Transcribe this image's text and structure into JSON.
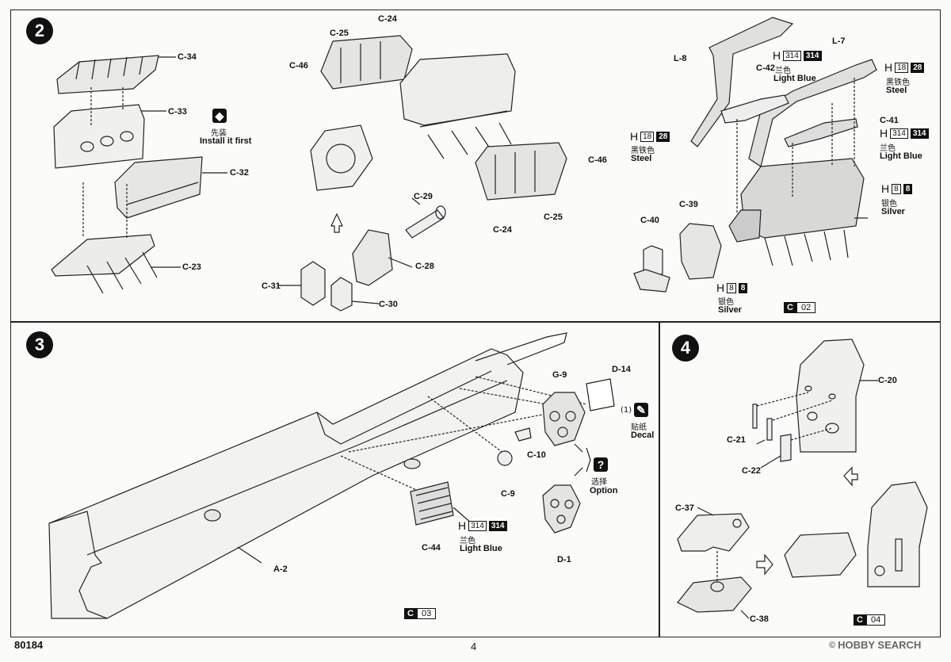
{
  "steps": {
    "s2": {
      "number": "2"
    },
    "s3": {
      "number": "3"
    },
    "s4": {
      "number": "4"
    }
  },
  "step2": {
    "labels": {
      "c34": "C-34",
      "c33": "C-33",
      "c32": "C-32",
      "c23": "C-23",
      "c24a": "C-24",
      "c25a": "C-25",
      "c46a": "C-46",
      "c46b": "C-46",
      "c25b": "C-25",
      "c24b": "C-24",
      "c29": "C-29",
      "c28": "C-28",
      "c31": "C-31",
      "c30": "C-30",
      "l8": "L-8",
      "l7": "L-7",
      "c42": "C-42",
      "c41": "C-41",
      "c40": "C-40",
      "c39": "C-39"
    },
    "install_first": {
      "cn": "先装",
      "en": "Install it first"
    },
    "paints": {
      "c42": {
        "h": "H",
        "code1": "314",
        "code2": "314",
        "cn": "兰色",
        "en": "Light Blue"
      },
      "l7": {
        "h": "H",
        "code1": "18",
        "code2": "28",
        "cn": "黑铁色",
        "en": "Steel"
      },
      "l8": {
        "h": "H",
        "code1": "18",
        "code2": "28",
        "cn": "黑铁色",
        "en": "Steel"
      },
      "c41": {
        "h": "H",
        "code1": "314",
        "code2": "314",
        "cn": "兰色",
        "en": "Light Blue"
      },
      "engine": {
        "h": "H",
        "code1": "8",
        "code2": "8",
        "cn": "银色",
        "en": "Silver"
      },
      "c39": {
        "h": "H",
        "code1": "8",
        "code2": "8",
        "cn": "银色",
        "en": "Silver"
      }
    },
    "sheet": {
      "letter": "C",
      "number": "02"
    }
  },
  "step3": {
    "labels": {
      "g9": "G-9",
      "d14": "D-14",
      "c10": "C-10",
      "c9": "C-9",
      "c44": "C-44",
      "a2": "A-2",
      "d1": "D-1"
    },
    "decal": {
      "num": "(1)",
      "cn": "贴纸",
      "en": "Decal"
    },
    "option": {
      "cn": "选择",
      "en": "Option"
    },
    "paint": {
      "h": "H",
      "code1": "314",
      "code2": "314",
      "cn": "兰色",
      "en": "Light Blue"
    },
    "sheet": {
      "letter": "C",
      "number": "03"
    }
  },
  "step4": {
    "labels": {
      "c20": "C-20",
      "c21": "C-21",
      "c22": "C-22",
      "c37": "C-37",
      "c38": "C-38"
    },
    "sheet": {
      "letter": "C",
      "number": "04"
    }
  },
  "footer": {
    "kit_no": "80184",
    "page": "4",
    "watermark": "HOBBY SEARCH",
    "copyright": "©"
  }
}
